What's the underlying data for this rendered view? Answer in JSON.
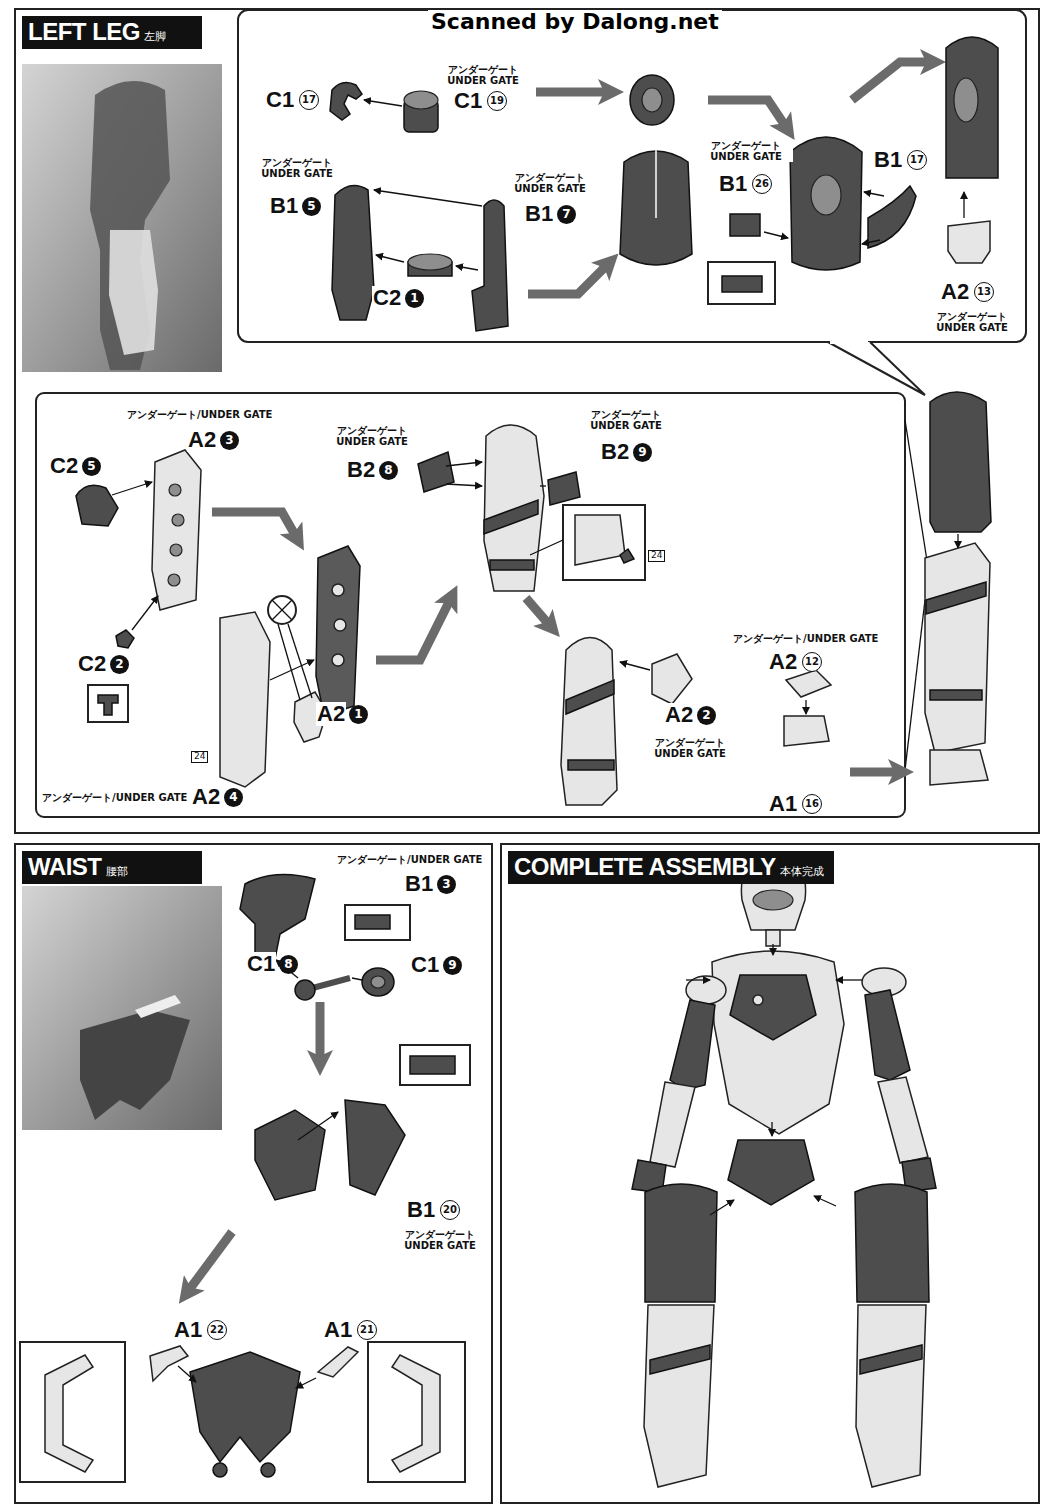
{
  "diagram": {
    "nodes": [
      {
        "text": [
          "LEFT LEG",
          "左脚"
        ]
      },
      {
        "text": [
          "WAIST",
          "腰部"
        ]
      },
      {
        "text": [
          "COMPLETE ASSEMBLY",
          "本体完成"
        ]
      }
    ],
    "labels": [
      "Scanned by Dalong.net",
      "C1",
      "17",
      "アンダーゲート UNDER GATE",
      "C1",
      "19",
      "アンダーゲート UNDER GATE",
      "B1",
      "5",
      "アンダーゲート UNDER GATE",
      "B1",
      "7",
      "C2",
      "1",
      "アンダーゲート UNDER GATE",
      "B1",
      "26",
      "B1",
      "17",
      "A2",
      "13",
      "アンダーゲート UNDER GATE",
      "アンダーゲート/UNDER GATE",
      "A2",
      "3",
      "C2",
      "5",
      "C2",
      "2",
      "24",
      "アンダーゲート/UNDER GATE",
      "A2",
      "4",
      "A2",
      "1",
      "アンダーゲート UNDER GATE",
      "B2",
      "8",
      "アンダーゲート UNDER GATE",
      "B2",
      "9",
      "24",
      "A2",
      "2",
      "アンダーゲート UNDER GATE",
      "アンダーゲート/UNDER GATE",
      "A2",
      "12",
      "A1",
      "16",
      "アンダーゲート/UNDER GATE",
      "B1",
      "3",
      "C1",
      "8",
      "C1",
      "9",
      "B1",
      "20",
      "アンダーゲート UNDER GATE",
      "A1",
      "22",
      "A1",
      "21"
    ]
  }
}
